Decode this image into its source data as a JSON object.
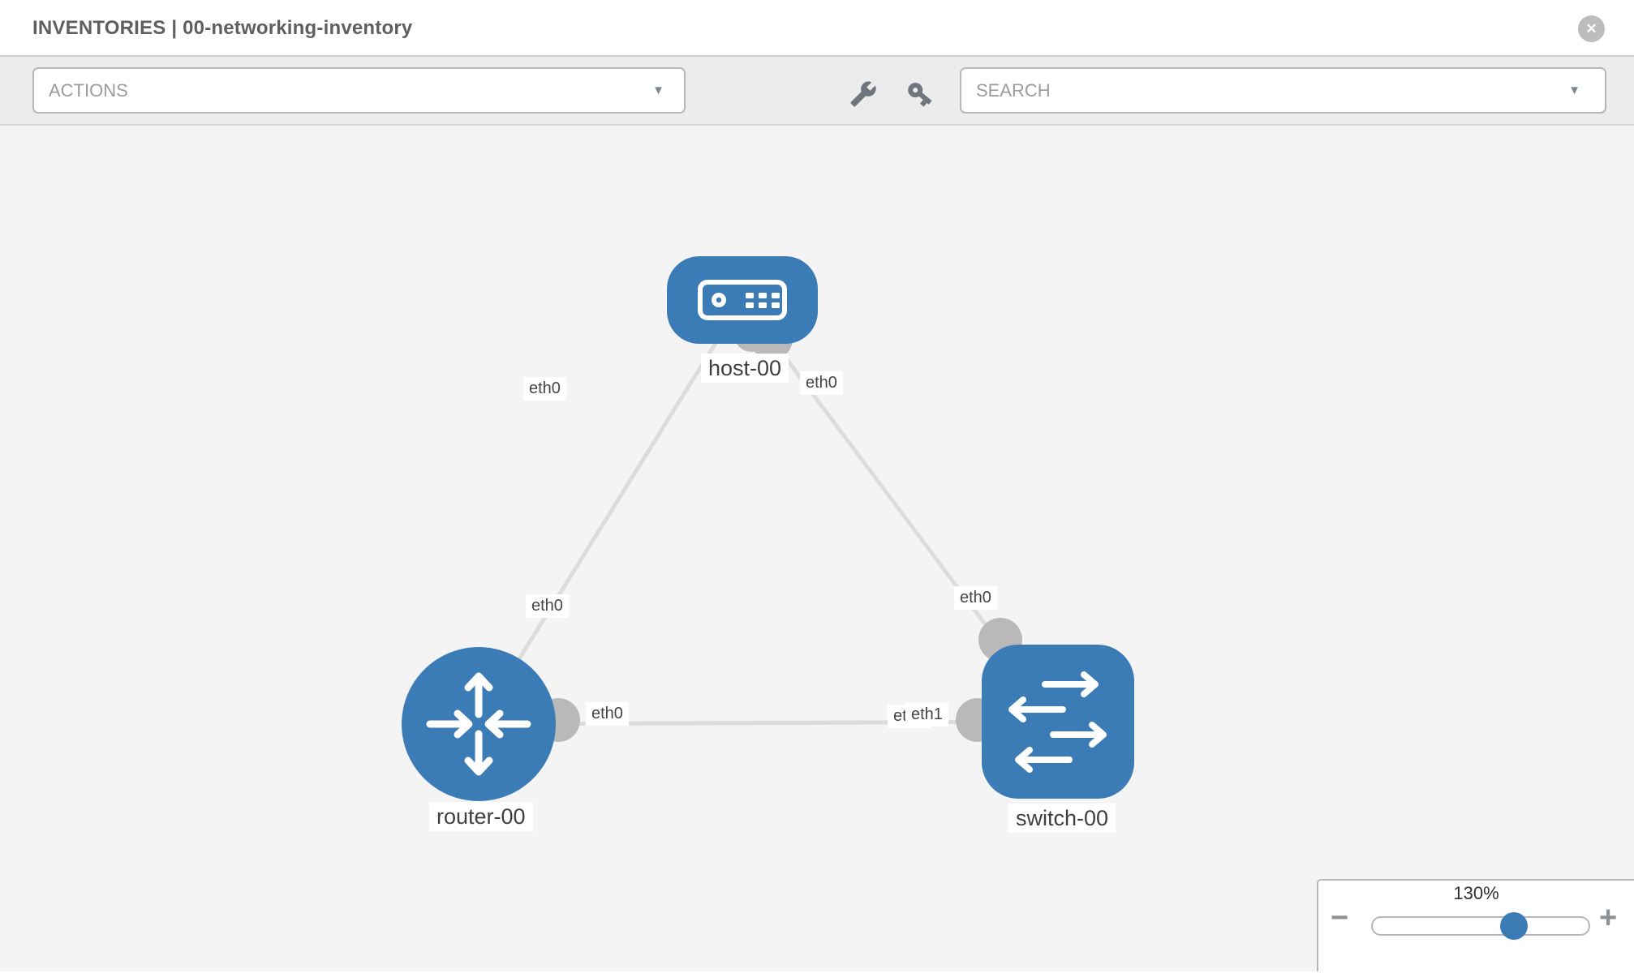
{
  "header": {
    "title": "INVENTORIES | 00-networking-inventory",
    "close_glyph": "✕"
  },
  "toolbar": {
    "actions_label": "ACTIONS",
    "search_label": "SEARCH",
    "caret_glyph": "▼",
    "tools": [
      {
        "name": "wrench"
      },
      {
        "name": "key"
      }
    ]
  },
  "topology": {
    "nodes": [
      {
        "id": "host-00",
        "type": "host",
        "label": "host-00"
      },
      {
        "id": "router-00",
        "type": "router",
        "label": "router-00"
      },
      {
        "id": "switch-00",
        "type": "switch",
        "label": "switch-00"
      }
    ],
    "links": [
      {
        "from": "host-00",
        "to": "router-00",
        "from_label": "eth0",
        "to_label": "eth0"
      },
      {
        "from": "host-00",
        "to": "switch-00",
        "from_label": "eth0",
        "to_label": "eth0"
      },
      {
        "from": "router-00",
        "to": "switch-00",
        "from_label": "eth0",
        "to_label": "eth1",
        "to_label_overlapped": "eth0"
      }
    ]
  },
  "zoom_control": {
    "level": "130%",
    "percent": 130,
    "minus_glyph": "−",
    "plus_glyph": "+"
  },
  "colors": {
    "node_blue": "#3b7cb7",
    "link_gray": "#dcdcdc",
    "port_gray": "#b9b9b9",
    "canvas_bg": "#f4f4f4",
    "toolbar_bg": "#ececec"
  }
}
